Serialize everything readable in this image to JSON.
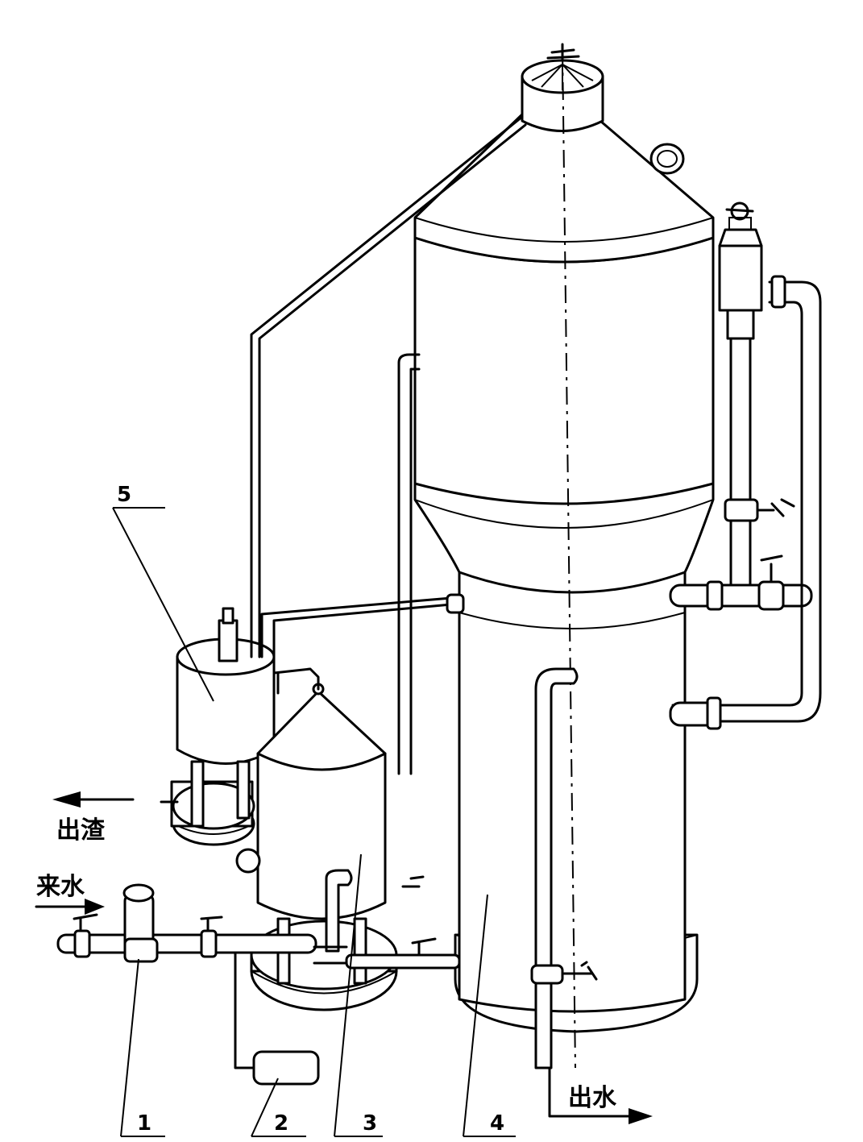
{
  "labels": {
    "slag_out": "出渣",
    "water_in": "来水",
    "water_out": "出水"
  },
  "callouts": [
    "1",
    "2",
    "3",
    "4",
    "5"
  ]
}
